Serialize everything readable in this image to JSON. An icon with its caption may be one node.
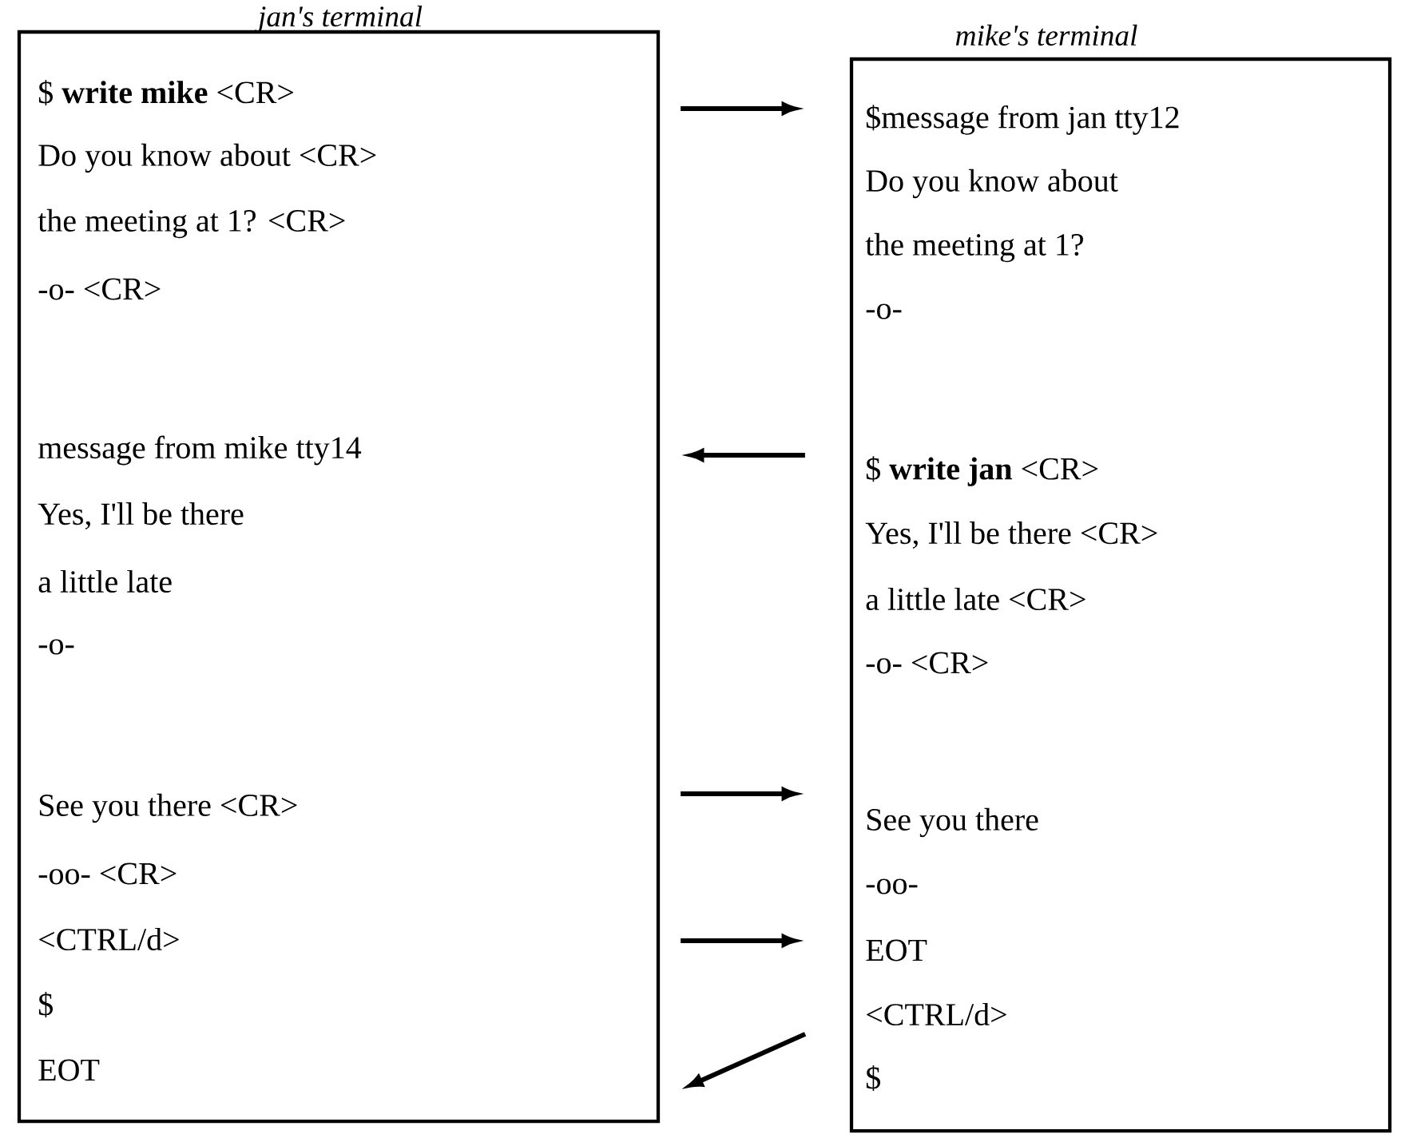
{
  "diagram": {
    "nodes": [
      {
        "text": [
          "jan's terminal",
          "$ **write mike** <CR>",
          "Do you know about <CR>",
          "the meeting at 1? <CR>",
          "-o- <CR>",
          "message from mike tty14",
          "Yes, I'll be there",
          "a little late",
          "-o-",
          "See you there <CR>",
          "-oo- <CR>",
          "<CTRL/d>",
          "$",
          "EOT"
        ]
      },
      {
        "text": [
          "mike's terminal",
          "$message from jan tty12",
          "Do you know about",
          "the meeting at 1?",
          "-o-",
          "$ **write jan** <CR>",
          "Yes, I'll be there <CR>",
          "a little late <CR>",
          "-o- <CR>",
          "See you there",
          "-oo-",
          "EOT",
          "<CTRL/d>",
          "$"
        ]
      }
    ],
    "edges": [
      {
        "from": 0,
        "to": 1,
        "arrow": "to"
      },
      {
        "from": 1,
        "to": 0,
        "arrow": "to"
      },
      {
        "from": 0,
        "to": 1,
        "arrow": "to"
      },
      {
        "from": 0,
        "to": 1,
        "arrow": "to"
      },
      {
        "from": 1,
        "to": 0,
        "arrow": "to"
      }
    ]
  }
}
